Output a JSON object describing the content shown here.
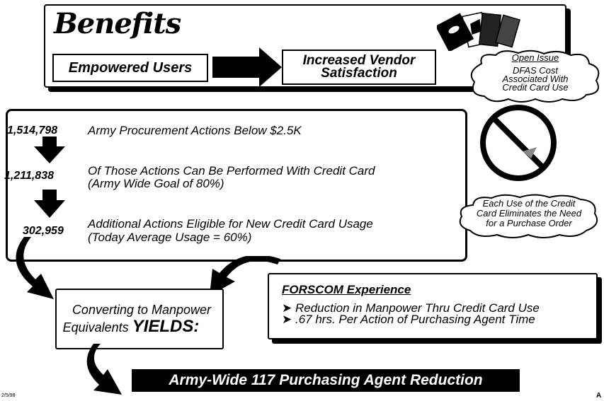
{
  "benefits": {
    "title": "Benefits",
    "left_box": "Empowered Users",
    "right_box_line1": "Increased Vendor",
    "right_box_line2": "Satisfaction"
  },
  "open_issue": {
    "title": "Open Issue",
    "line1": "DFAS Cost",
    "line2": "Associated With",
    "line3": "Credit Card Use"
  },
  "actions": [
    {
      "number": "1,514,798",
      "line1": "Army Procurement Actions Below $2.5K",
      "line2": ""
    },
    {
      "number": "1,211,838",
      "line1": "Of Those Actions Can Be Performed With Credit Card",
      "line2": "(Army Wide Goal of 80%)"
    },
    {
      "number": "302,959",
      "line1": "Additional Actions Eligible for New Credit Card Usage",
      "line2": "(Today Average Usage = 60%)"
    }
  ],
  "credit_card_note": {
    "line1": "Each Use of the Credit",
    "line2": "Card Eliminates the Need",
    "line3": "for a Purchase Order"
  },
  "converting": {
    "line1": "Converting to Manpower",
    "line2_prefix": "Equivalents ",
    "line2_emph": "YIELDS:"
  },
  "forscom": {
    "title": "FORSCOM Experience",
    "bullets": [
      "Reduction in Manpower Thru Credit Card Use",
      ".67 hrs. Per Action of Purchasing Agent Time"
    ]
  },
  "result_banner": "Army-Wide 117 Purchasing Agent Reduction",
  "footer": {
    "date": "2/5/98",
    "page_mark": "A"
  }
}
